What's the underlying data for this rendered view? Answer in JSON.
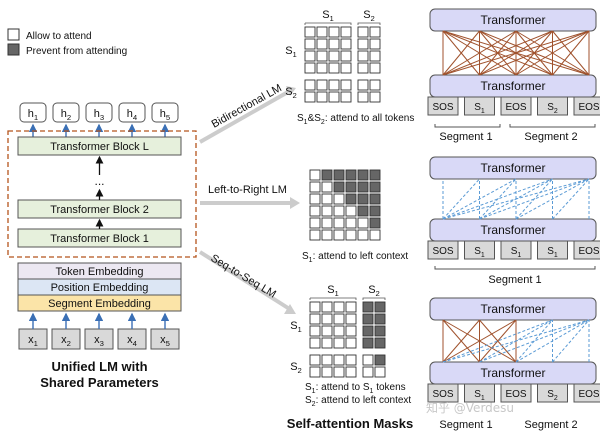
{
  "legend": {
    "allow": "Allow to attend",
    "prevent": "Prevent from attending"
  },
  "left": {
    "outputs": [
      "h1",
      "h2",
      "h3",
      "h4",
      "h5"
    ],
    "blocks": [
      "Transformer Block L",
      "Transformer Block 2",
      "Transformer Block 1"
    ],
    "ellipsis": "...",
    "embeddings": [
      "Token Embedding",
      "Position Embedding",
      "Segment Embedding"
    ],
    "inputs": [
      "x1",
      "x2",
      "x3",
      "x4",
      "x5"
    ],
    "caption_line1": "Unified LM with",
    "caption_line2": "Shared Parameters"
  },
  "arrows": {
    "bidirectional": "Bidirectional LM",
    "left_to_right": "Left-to-Right LM",
    "seq_to_seq": "Seq-to-Seq LM"
  },
  "masks": {
    "seg1": "S1",
    "seg2": "S2",
    "bi_caption": "S1&S2: attend to all tokens",
    "l2r_caption": "S1: attend to left context",
    "s2s_caption1": "S1: attend to S1 tokens",
    "s2s_caption2": "S2: attend to left context",
    "title": "Self-attention Masks"
  },
  "right": {
    "transformer": "Transformer",
    "bi_tokens": [
      "SOS",
      "S1",
      "EOS",
      "S2",
      "EOS"
    ],
    "l2r_tokens": [
      "SOS",
      "S1",
      "S1",
      "S1",
      "EOS"
    ],
    "s2s_tokens": [
      "SOS",
      "S1",
      "EOS",
      "S2",
      "EOS"
    ],
    "segment1": "Segment 1",
    "segment2": "Segment 2"
  },
  "watermark": "知乎 @Verdesu",
  "colors": {
    "block_fill": "#e6f0dc",
    "token_emb": "#ece8f2",
    "pos_emb": "#dce6f4",
    "seg_emb": "#fbe4a8",
    "dashed_border": "#b5541c",
    "transformer_fill": "#d9d9f7",
    "token_box": "#d9d9d9",
    "brown_line": "#a0522d",
    "blue_dash": "#5b9bd5",
    "gray_arrow": "#cccccc",
    "mask_dark": "#666666"
  }
}
